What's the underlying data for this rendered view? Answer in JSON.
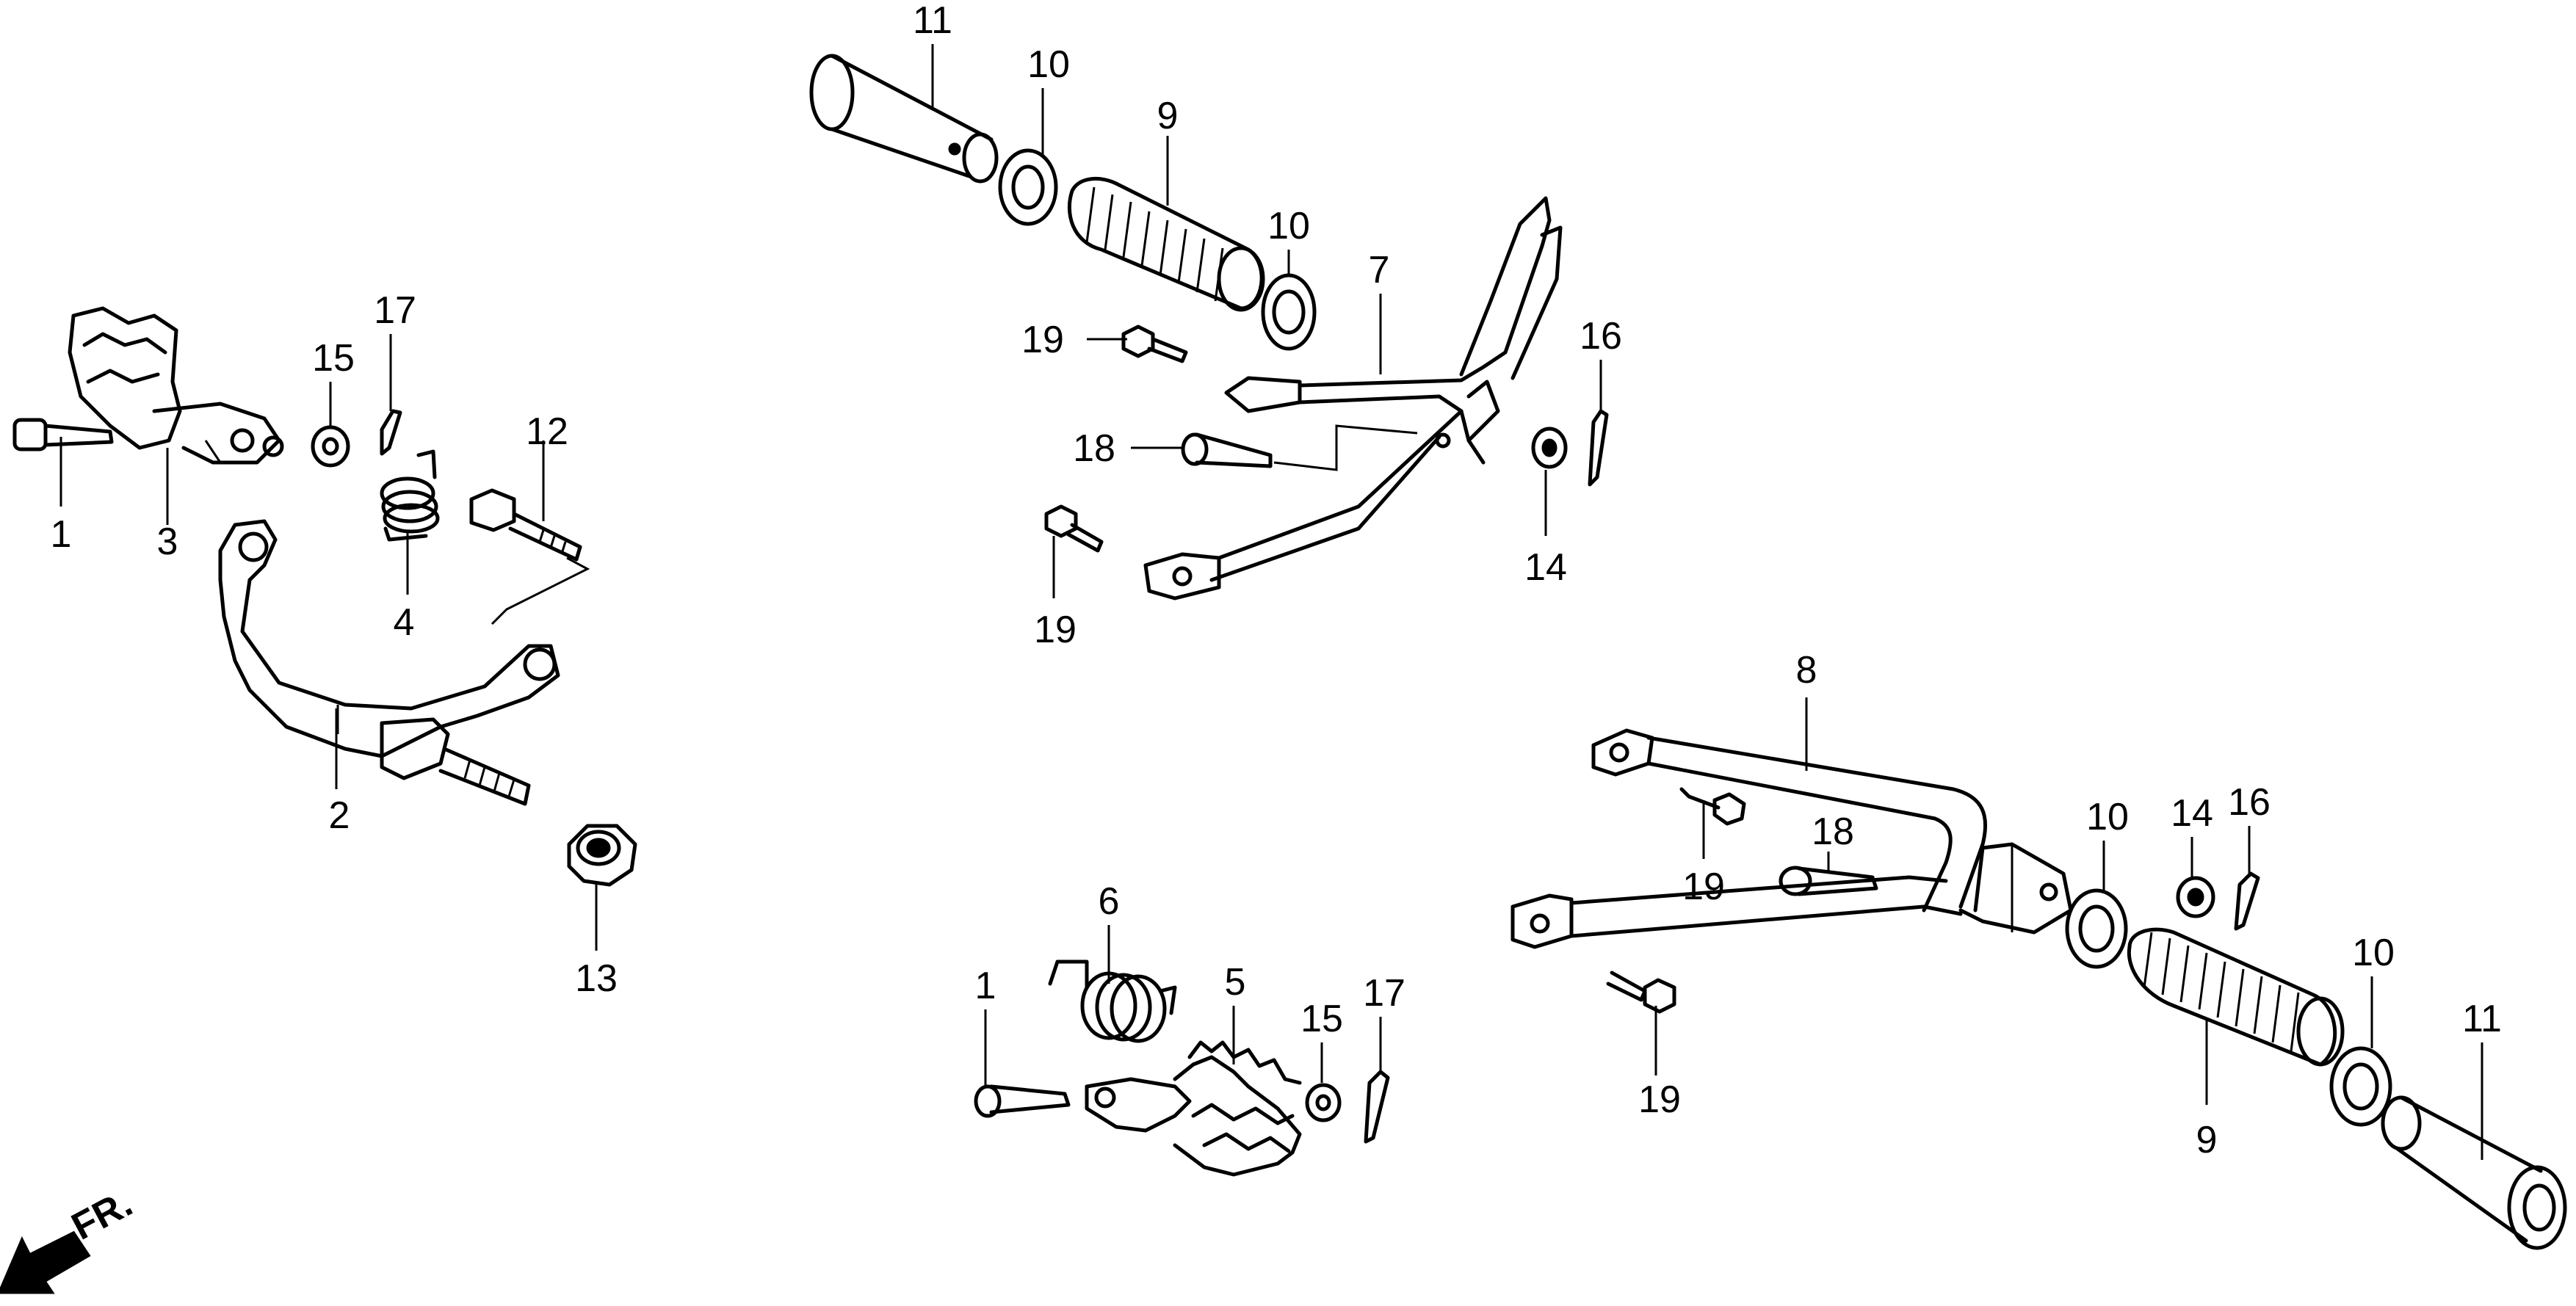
{
  "direction_indicator": {
    "text": "FR.",
    "icon": "arrow-front-icon"
  },
  "callouts": [
    {
      "id": "c-1a",
      "text": "1"
    },
    {
      "id": "c-3",
      "text": "3"
    },
    {
      "id": "c-15a",
      "text": "15"
    },
    {
      "id": "c-17a",
      "text": "17"
    },
    {
      "id": "c-12",
      "text": "12"
    },
    {
      "id": "c-4",
      "text": "4"
    },
    {
      "id": "c-2",
      "text": "2"
    },
    {
      "id": "c-13",
      "text": "13"
    },
    {
      "id": "c-11a",
      "text": "11"
    },
    {
      "id": "c-10a",
      "text": "10"
    },
    {
      "id": "c-9a",
      "text": "9"
    },
    {
      "id": "c-10b",
      "text": "10"
    },
    {
      "id": "c-7",
      "text": "7"
    },
    {
      "id": "c-19a",
      "text": "19"
    },
    {
      "id": "c-18a",
      "text": "18"
    },
    {
      "id": "c-16a",
      "text": "16"
    },
    {
      "id": "c-14a",
      "text": "14"
    },
    {
      "id": "c-19b",
      "text": "19"
    },
    {
      "id": "c-8",
      "text": "8"
    },
    {
      "id": "c-19c",
      "text": "19"
    },
    {
      "id": "c-18b",
      "text": "18"
    },
    {
      "id": "c-10c",
      "text": "10"
    },
    {
      "id": "c-14b",
      "text": "14"
    },
    {
      "id": "c-16b",
      "text": "16"
    },
    {
      "id": "c-19d",
      "text": "19"
    },
    {
      "id": "c-6",
      "text": "6"
    },
    {
      "id": "c-1b",
      "text": "1"
    },
    {
      "id": "c-5",
      "text": "5"
    },
    {
      "id": "c-15b",
      "text": "15"
    },
    {
      "id": "c-17b",
      "text": "17"
    },
    {
      "id": "c-10d",
      "text": "10"
    },
    {
      "id": "c-11b",
      "text": "11"
    },
    {
      "id": "c-9b",
      "text": "9"
    }
  ]
}
